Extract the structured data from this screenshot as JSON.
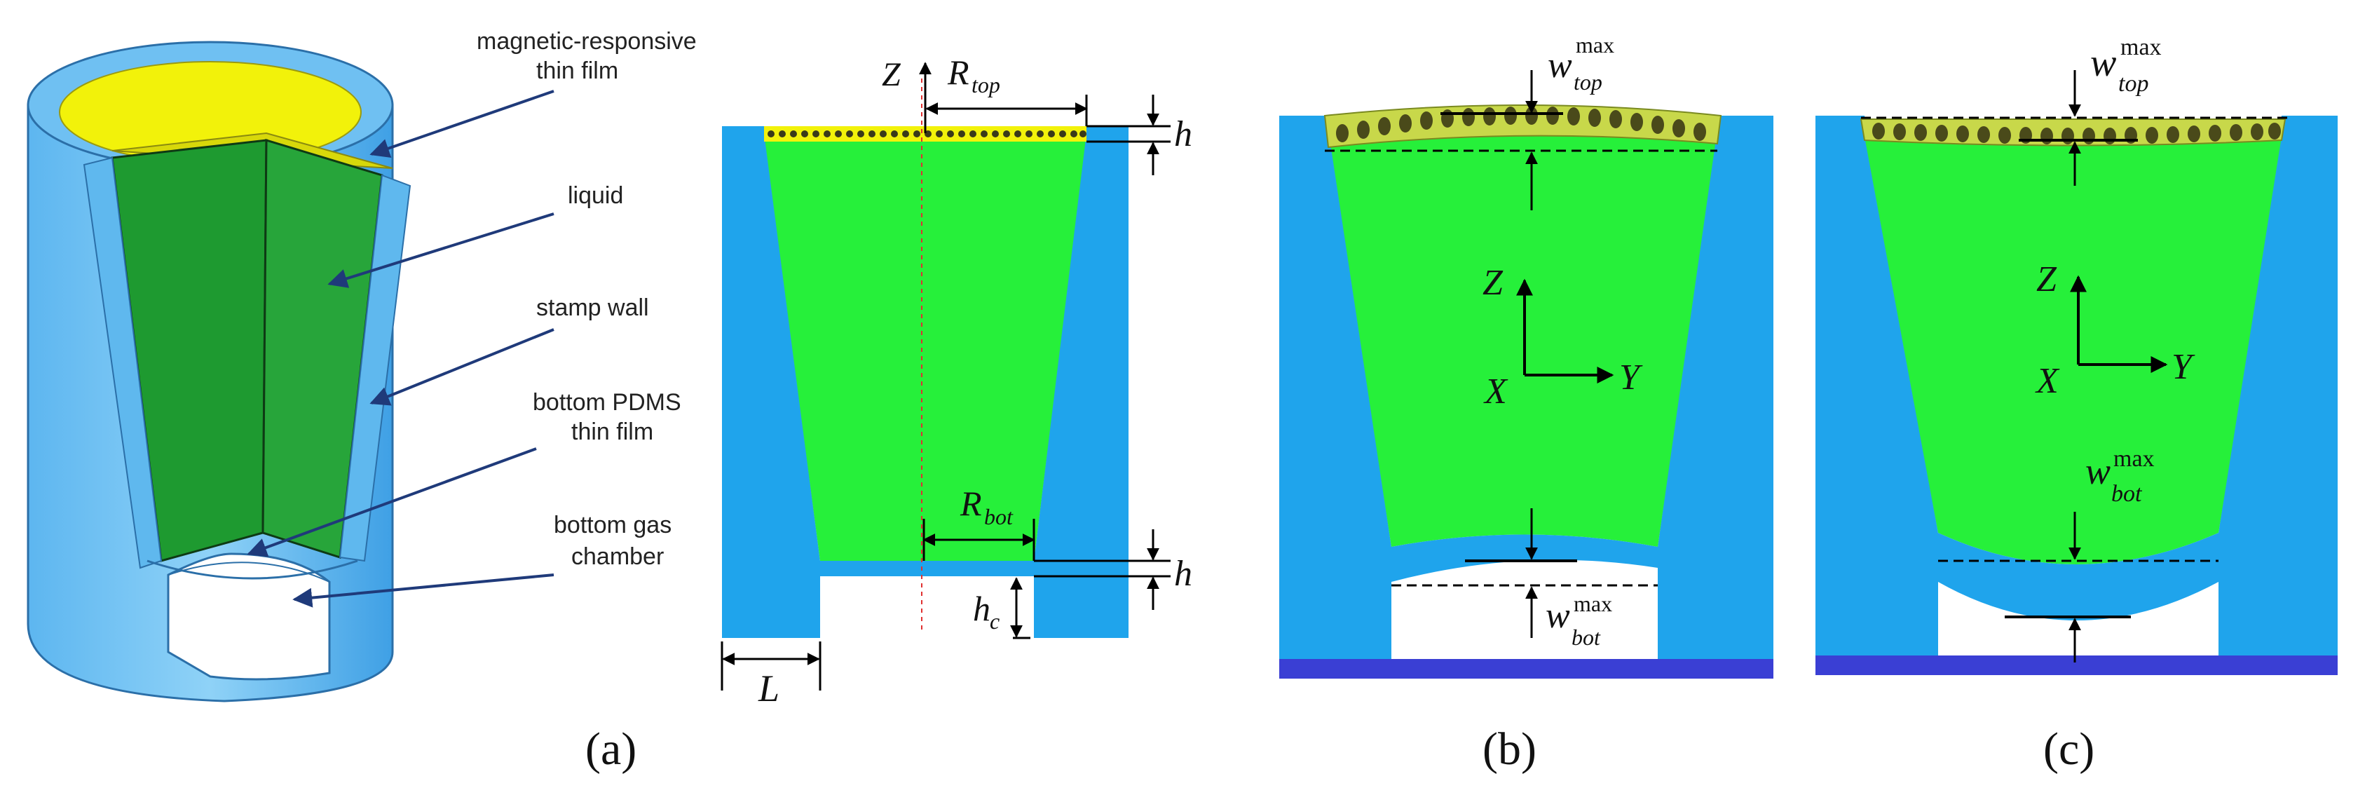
{
  "panels": [
    {
      "id": "a",
      "caption": "(a)"
    },
    {
      "id": "b",
      "caption": "(b)"
    },
    {
      "id": "c",
      "caption": "(c)"
    }
  ],
  "labels_3d": {
    "magnetic_film": [
      "magnetic-responsive",
      "thin film"
    ],
    "liquid": "liquid",
    "stamp_wall": "stamp wall",
    "bottom_pdms": [
      "bottom PDMS",
      "thin film"
    ],
    "gas_chamber": [
      "bottom gas",
      "chamber"
    ]
  },
  "symbols": {
    "Z": "Z",
    "X": "X",
    "Y": "Y",
    "R": "R",
    "top": "top",
    "bot": "bot",
    "h": "h",
    "hc": "h",
    "c": "c",
    "L": "L",
    "w": "w",
    "max": "max"
  },
  "colors": {
    "wall": "#1FA4EC",
    "wall_light": "#7CC8F2",
    "liquid": "#26F03A",
    "film": "#F2F20A",
    "substrate": "#3A3FD4",
    "arrow": "#1F3A7A"
  }
}
